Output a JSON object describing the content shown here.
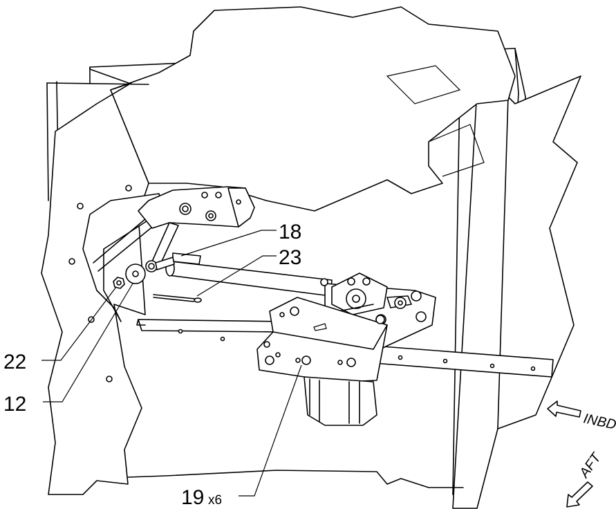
{
  "callouts": {
    "c18": "18",
    "c23": "23",
    "c22": "22",
    "c12": "12",
    "c19": "19",
    "c19_qty": "x6"
  },
  "directions": {
    "inbd": "INBD",
    "aft": "AFT"
  }
}
